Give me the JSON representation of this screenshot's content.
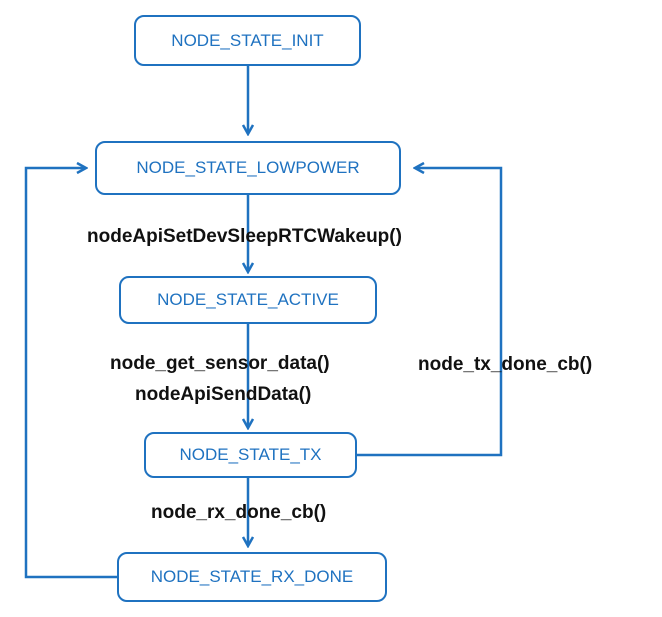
{
  "colors": {
    "node_border": "#1f72c0",
    "node_text": "#1f72c0",
    "arrow": "#1f72c0",
    "label_text": "#111111"
  },
  "nodes": {
    "init": "NODE_STATE_INIT",
    "lowpower": "NODE_STATE_LOWPOWER",
    "active": "NODE_STATE_ACTIVE",
    "tx": "NODE_STATE_TX",
    "rx_done": "NODE_STATE_RX_DONE"
  },
  "labels": {
    "sleep_wakeup": "nodeApiSetDevSleepRTCWakeup()",
    "get_sensor": "node_get_sensor_data()",
    "send_data": "nodeApiSendData()",
    "tx_done_cb": "node_tx_done_cb()",
    "rx_done_cb": "node_rx_done_cb()"
  }
}
